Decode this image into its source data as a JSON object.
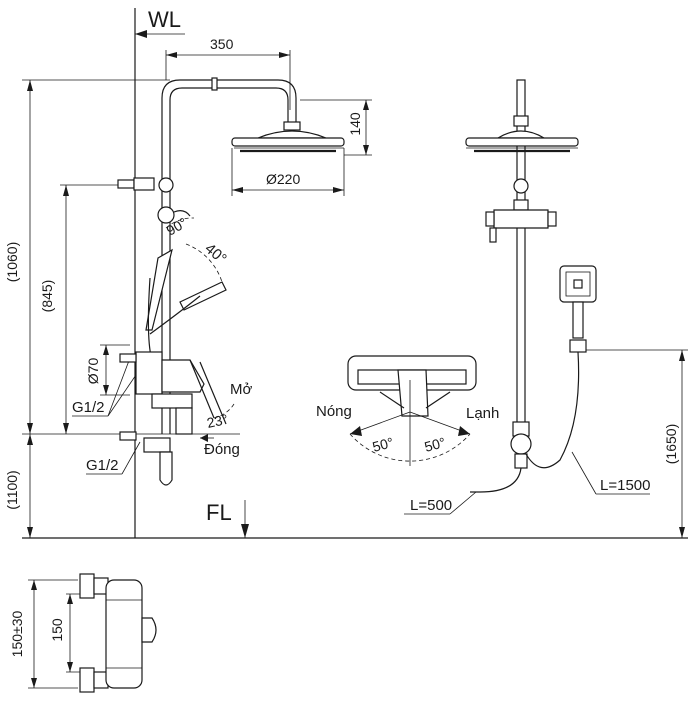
{
  "labels": {
    "wall": "WL",
    "floor": "FL",
    "width_350": "350",
    "height_140": "140",
    "head_diameter": "Ø220",
    "total_height": "(1060)",
    "bar_height": "(845)",
    "valve_diameter": "Ø70",
    "inlet_upper": "G1/2",
    "inlet_lower": "G1/2",
    "mixer_install_height": "(1100)",
    "angle_90": "90°",
    "angle_40": "40°",
    "angle_23": "23°",
    "open": "Mở",
    "close": "Đóng",
    "hot": "Nóng",
    "cold": "Lạnh",
    "angle_left_50": "50°",
    "angle_right_50": "50°",
    "hose_500": "L=500",
    "hose_1500": "L=1500",
    "hand_height": "(1650)",
    "center_spacing_tol": "150±30",
    "center_spacing": "150"
  }
}
